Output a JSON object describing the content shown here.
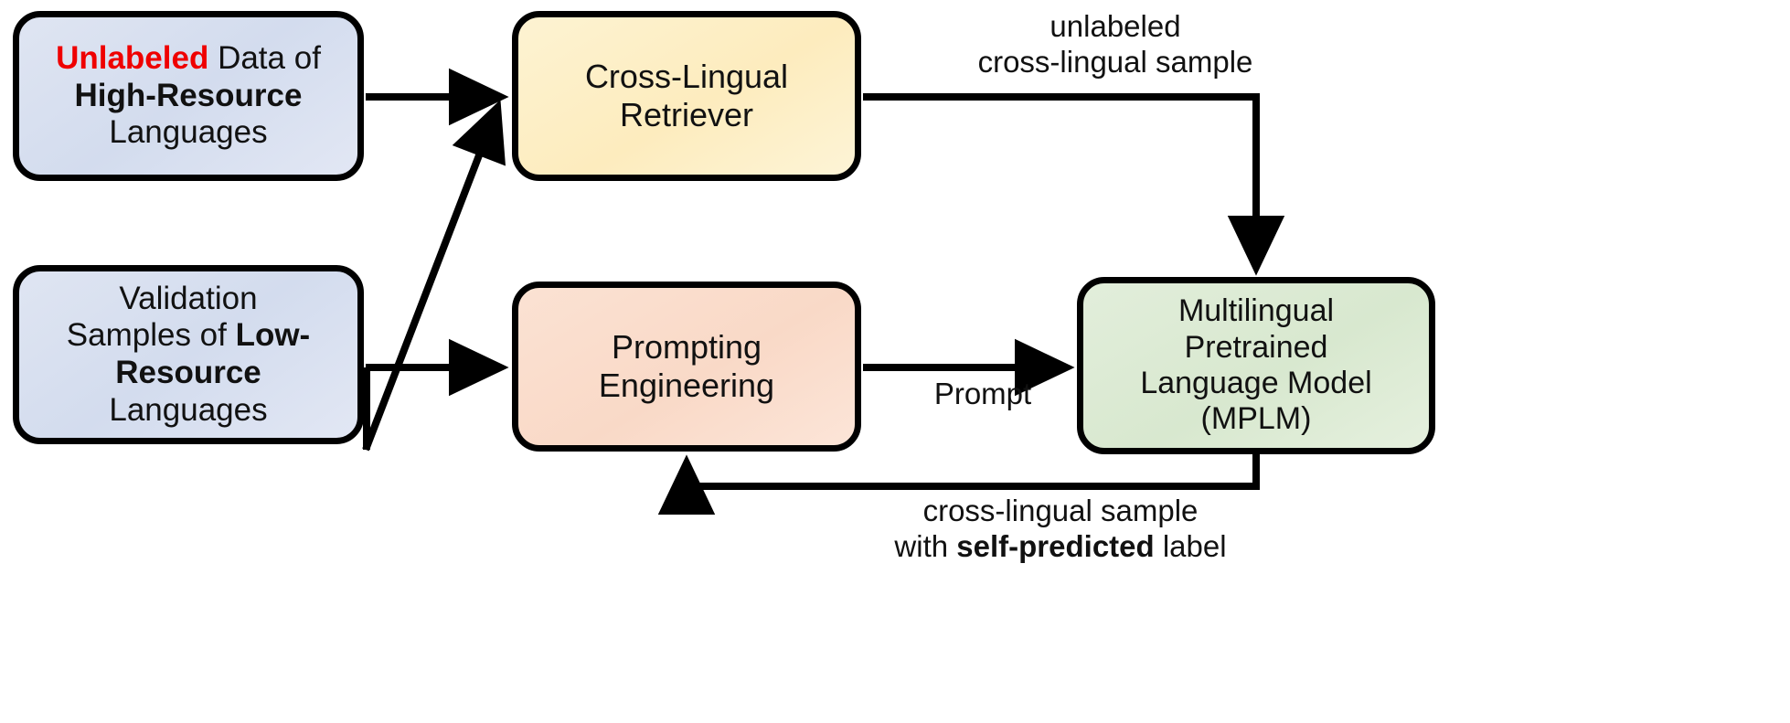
{
  "diagram": {
    "title": "Cross-lingual self-training pipeline",
    "background_color": "#ffffff",
    "stroke_color": "#000000"
  },
  "nodes": {
    "high_resource": {
      "id": "high-resource-data",
      "line1_em": "Unlabeled",
      "line1_rest": " Data of",
      "line2_strong": "High-Resource",
      "line3": "Languages",
      "fill": "#d7dfef",
      "emphasis_color": "#ef0000"
    },
    "low_resource": {
      "id": "low-resource-validation",
      "line1": "Validation",
      "line2_plain": "Samples of ",
      "line2_strong": "Low-",
      "line3_strong": "Resource",
      "line4": "Languages",
      "fill": "#d7dfef"
    },
    "retriever": {
      "id": "cross-lingual-retriever",
      "line1": "Cross-Lingual",
      "line2": "Retriever",
      "fill": "#fdeec4"
    },
    "prompting": {
      "id": "prompting-engineering",
      "line1": "Prompting",
      "line2": "Engineering",
      "fill": "#fadbca"
    },
    "mplm": {
      "id": "multilingual-pretrained-language-model",
      "line1": "Multilingual",
      "line2": "Pretrained",
      "line3": "Language Model",
      "line4": "(MPLM)",
      "fill": "#dbead2"
    }
  },
  "edge_labels": {
    "unlabeled_sample": {
      "line1": "unlabeled",
      "line2": "cross-lingual sample"
    },
    "prompt": {
      "text": "Prompt"
    },
    "self_predicted": {
      "line1": "cross-lingual sample",
      "line2_plain_a": "with ",
      "line2_strong": "self-predicted",
      "line2_plain_b": " label"
    }
  },
  "edges": [
    {
      "name": "high-resource-to-retriever",
      "from": "high_resource",
      "to": "retriever",
      "style": "straight-horizontal"
    },
    {
      "name": "low-resource-to-retriever",
      "from": "low_resource",
      "to": "retriever",
      "style": "diagonal-up"
    },
    {
      "name": "low-resource-to-prompting",
      "from": "low_resource",
      "to": "prompting",
      "style": "straight-horizontal"
    },
    {
      "name": "retriever-to-mplm",
      "from": "retriever",
      "to": "mplm",
      "style": "right-angle-down",
      "label": "unlabeled_sample"
    },
    {
      "name": "prompting-to-mplm",
      "from": "prompting",
      "to": "mplm",
      "style": "straight-horizontal",
      "label": "prompt"
    },
    {
      "name": "mplm-to-prompting",
      "from": "mplm",
      "to": "prompting",
      "style": "feedback-loop-bottom",
      "label": "self_predicted"
    }
  ]
}
